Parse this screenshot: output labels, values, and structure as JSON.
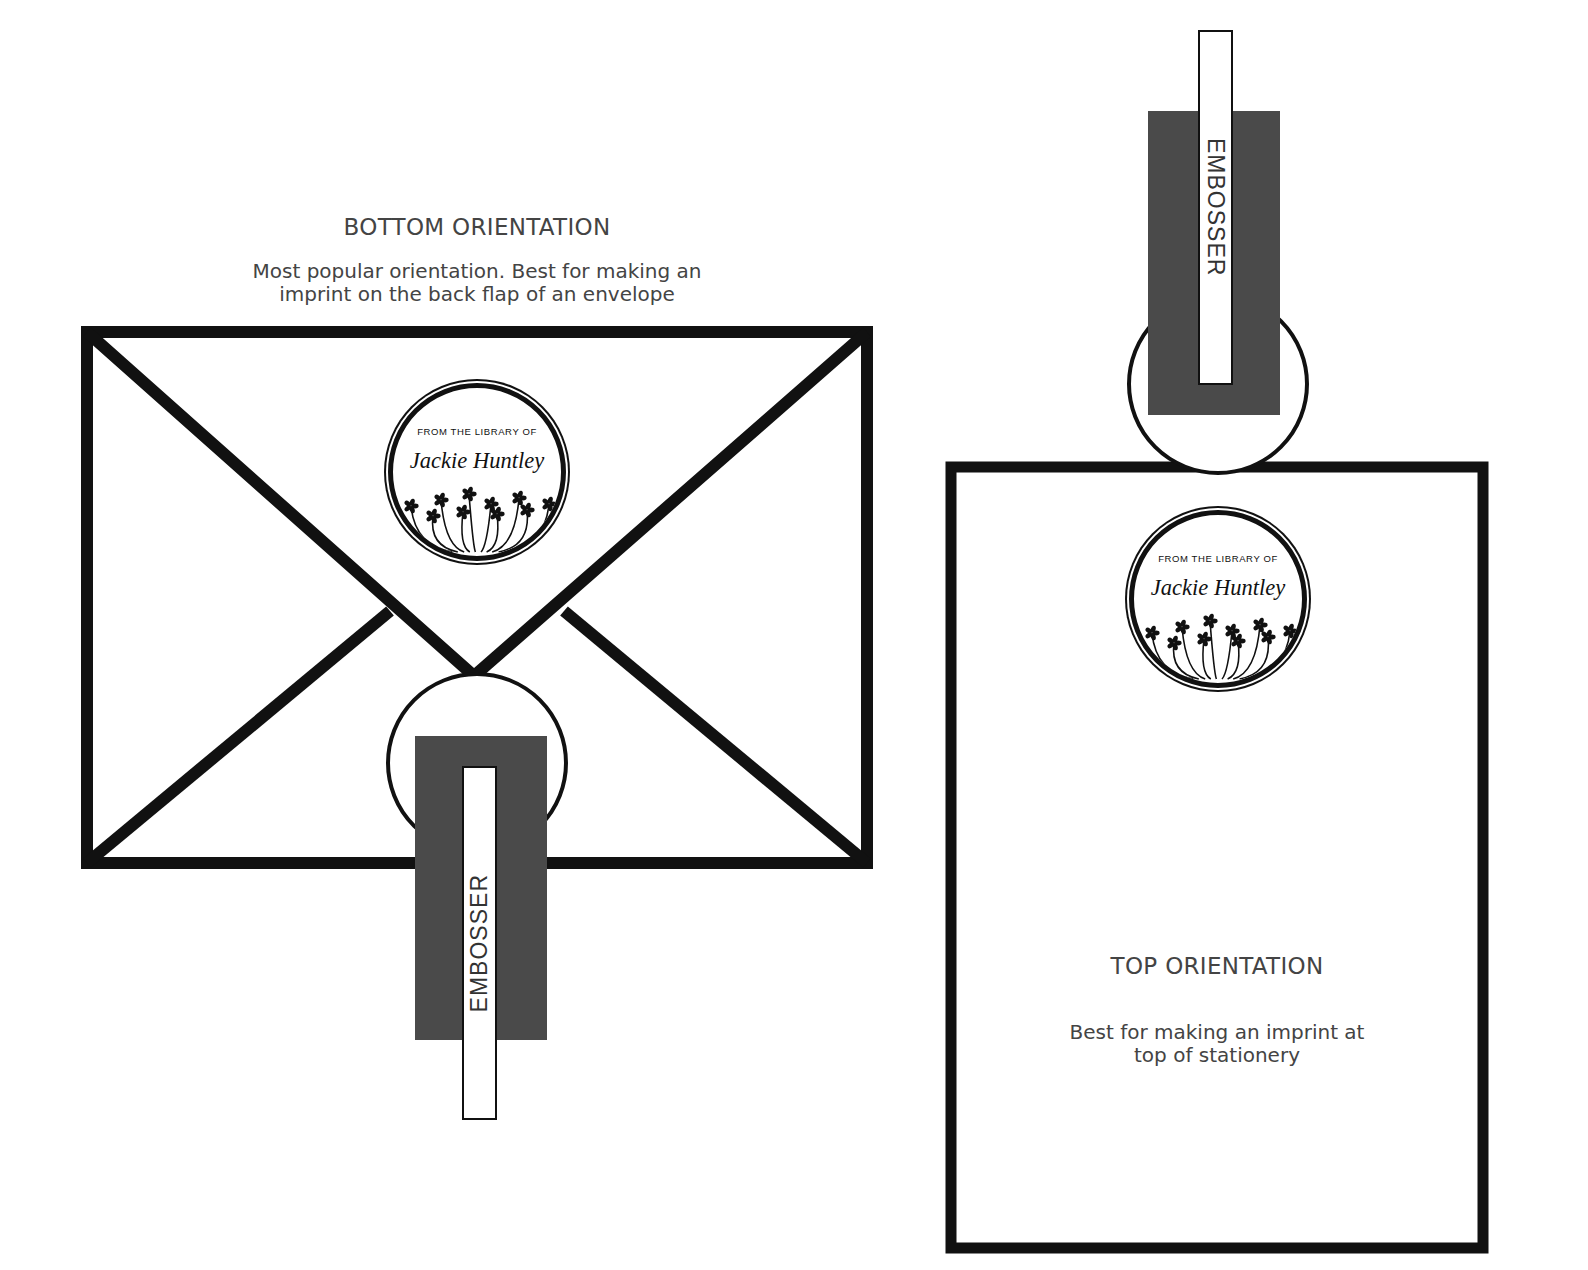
{
  "diagram": {
    "nodes": [
      {
        "text": [
          "BOTTOM ORIENTATION",
          "Most popular orientation. Best for making an imprint on the back flap of an envelope"
        ]
      },
      {
        "text": [
          "FROM THE LIBRARY OF",
          "Jackie Huntley"
        ],
        "in": 0
      },
      {
        "text": [
          "EMBOSSER"
        ]
      },
      {
        "text": [
          "TOP ORIENTATION",
          "Best for making an imprint at top of stationery"
        ]
      },
      {
        "text": [
          "FROM THE LIBRARY OF",
          "Jackie Huntley"
        ],
        "in": 3
      },
      {
        "text": [
          "EMBOSSER"
        ]
      }
    ]
  }
}
